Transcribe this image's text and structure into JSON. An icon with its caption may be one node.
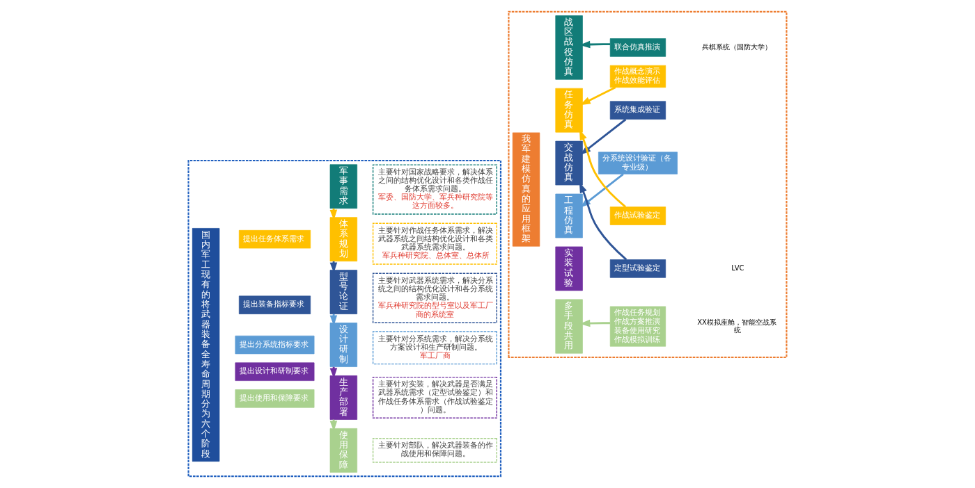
{
  "diagram": {
    "nodes": [
      {
        "text": [],
        "shape": "box"
      },
      {
        "text": [
          "国内军工现有的将武器装备全寿命周期分为六个阶段"
        ],
        "in": 0
      },
      {
        "text": [
          "提出任务体系需求"
        ],
        "in": 0
      },
      {
        "text": [
          "提出装备指标要求"
        ],
        "in": 0
      },
      {
        "text": [
          "提出分系统指标要求"
        ],
        "in": 0
      },
      {
        "text": [
          "提出设计和研制要求"
        ],
        "in": 0
      },
      {
        "text": [
          "提出使用和保障要求"
        ],
        "in": 0
      },
      {
        "text": [
          "军事需求"
        ],
        "in": 0
      },
      {
        "text": [
          "体系规划"
        ],
        "in": 0
      },
      {
        "text": [
          "型号论证"
        ],
        "in": 0
      },
      {
        "text": [
          "设计研制"
        ],
        "in": 0
      },
      {
        "text": [
          "生产部署"
        ],
        "in": 0
      },
      {
        "text": [
          "使用保障"
        ],
        "in": 0
      },
      {
        "text": [
          "主要针对国家战略要求，解决体系之间的结构优化设计和各类作战任务体系需求问题。",
          "军委、国防大学、军兵种研究院等这方面较多。"
        ],
        "in": 0
      },
      {
        "text": [
          "主要针对作战任务体系需求，解决武器系统之间结构优化设计和各类武器系统需求问题。",
          "军兵种研究院、总体室、总体所"
        ],
        "in": 0
      },
      {
        "text": [
          "主要针对武器系统需求，解决分系统之间的结构优化设计和各分系统需求问题。",
          "军兵种研究院的型号室以及军工厂商的系统室"
        ],
        "in": 0
      },
      {
        "text": [
          "主要针对分系统需求，解决分系统方案设计和生产研制问题。",
          "军工厂商"
        ],
        "in": 0
      },
      {
        "text": [
          "主要针对实装，解决武器是否满足武器系统需求（定型试验鉴定）和作战任务体系需求（作战试验鉴定）问题。"
        ],
        "in": 0
      },
      {
        "text": [
          "主要针对部队，解决武器装备的作战使用和保障问题。"
        ],
        "in": 0
      },
      {
        "text": [],
        "shape": "box"
      },
      {
        "text": [
          "我军建模仿真的应用框架"
        ],
        "in": 19
      },
      {
        "text": [
          "战区战役仿真"
        ],
        "in": 19
      },
      {
        "text": [
          "任务仿真"
        ],
        "in": 19
      },
      {
        "text": [
          "交战仿真"
        ],
        "in": 19
      },
      {
        "text": [
          "工程仿真"
        ],
        "in": 19
      },
      {
        "text": [
          "实装试验"
        ],
        "in": 19
      },
      {
        "text": [
          "多手段共用"
        ],
        "in": 19
      },
      {
        "text": [
          "联合仿真推演"
        ],
        "in": 19
      },
      {
        "text": [
          "作战概念演示",
          "作战效能评估"
        ],
        "in": 19
      },
      {
        "text": [
          "系统集成验证"
        ],
        "in": 19
      },
      {
        "text": [
          "分系统设计验证（各专业级）"
        ],
        "in": 19
      },
      {
        "text": [
          "作战试验鉴定"
        ],
        "in": 19
      },
      {
        "text": [
          "定型试验鉴定"
        ],
        "in": 19
      },
      {
        "text": [
          "作战任务规划",
          "作战方案推演",
          "装备使用研究",
          "作战模拟训练"
        ],
        "in": 19
      }
    ],
    "edges": [
      {
        "from": 7,
        "to": 8,
        "arrow": "to",
        "color": "#ffc000"
      },
      {
        "from": 8,
        "to": 9,
        "arrow": "to",
        "color": "#2f5597"
      },
      {
        "from": 9,
        "to": 10,
        "arrow": "to",
        "color": "#5b9bd5"
      },
      {
        "from": 10,
        "to": 11,
        "arrow": "to",
        "color": "#7030a0"
      },
      {
        "from": 11,
        "to": 12,
        "arrow": "to",
        "color": "#a9d18e"
      },
      {
        "from": 27,
        "to": 21,
        "arrow": "to",
        "color": "#127c78"
      },
      {
        "from": 28,
        "to": 22,
        "arrow": "to",
        "color": "#ffc000"
      },
      {
        "from": 31,
        "to": 22,
        "arrow": "to",
        "color": "#ffc000"
      },
      {
        "from": 29,
        "to": 23,
        "arrow": "to",
        "color": "#2f5597"
      },
      {
        "from": 32,
        "to": 23,
        "arrow": "to",
        "color": "#2f5597"
      },
      {
        "from": 30,
        "to": 24,
        "arrow": "to",
        "color": "#5b9bd5"
      },
      {
        "from": 33,
        "to": 26,
        "arrow": "to",
        "color": "#a9d18e"
      }
    ],
    "labels": [
      "兵棋系统（国防大学）",
      "LVC",
      "XX模拟座舱，智能空战系统"
    ]
  }
}
